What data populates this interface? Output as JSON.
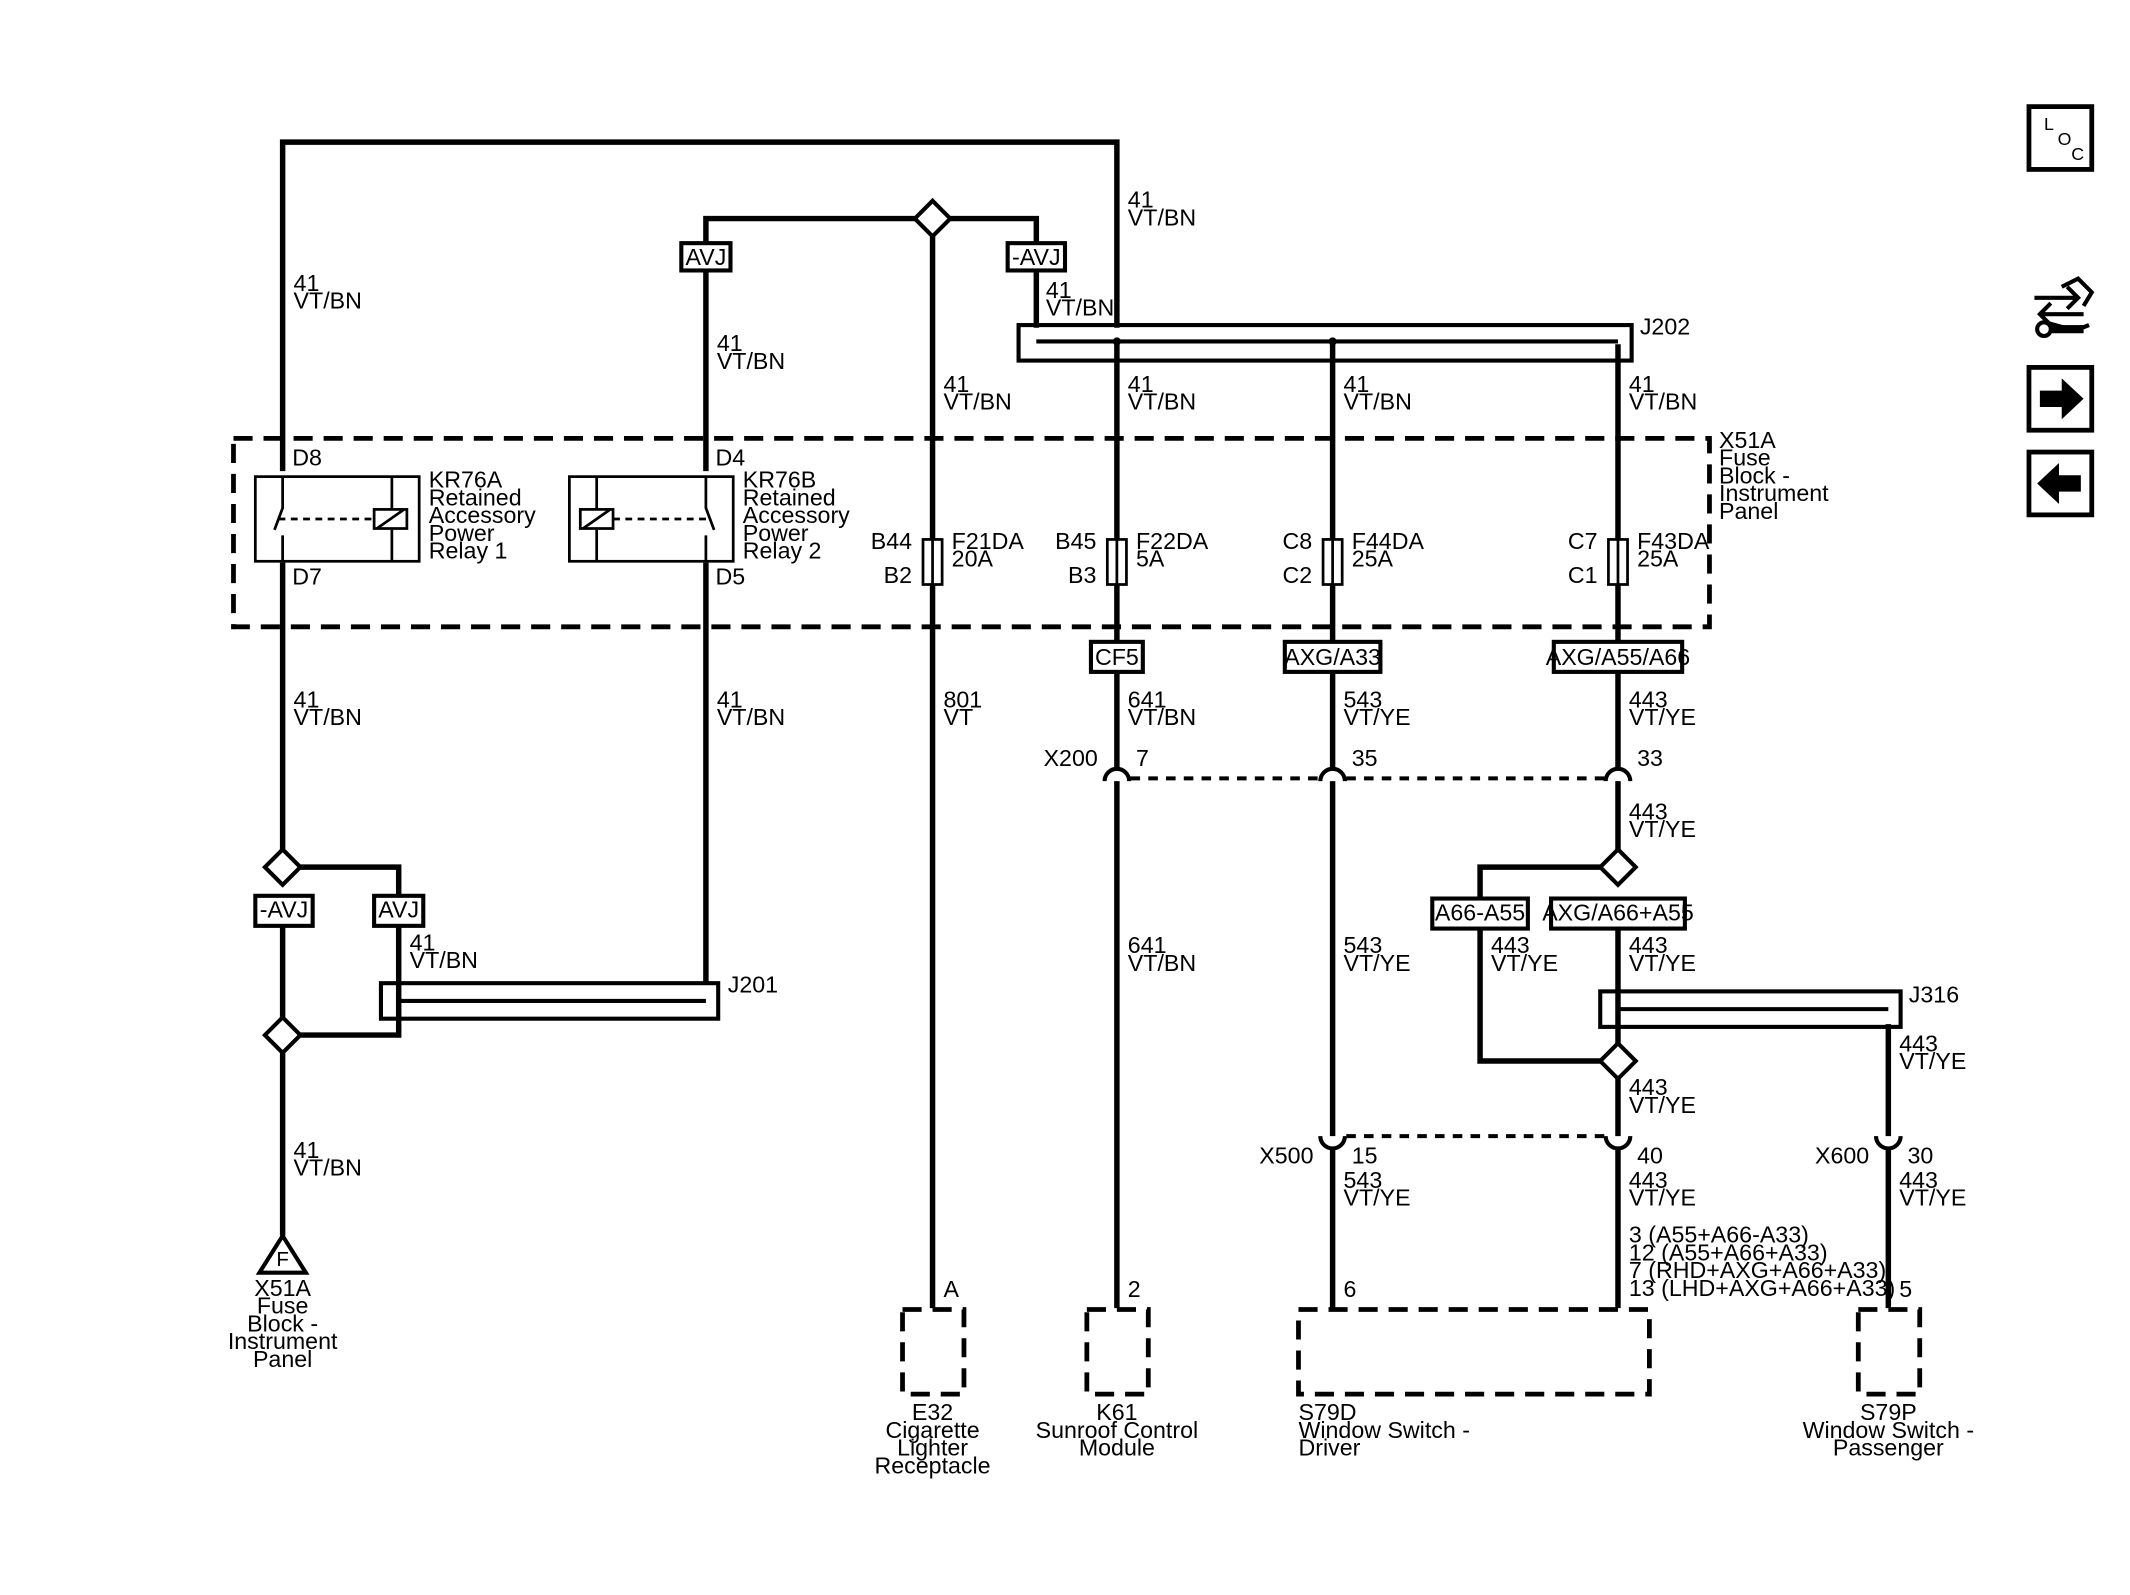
{
  "wires": {
    "w41": "41",
    "vtbn": "VT/BN",
    "w801": "801",
    "vt": "VT",
    "w641": "641",
    "w543": "543",
    "w443": "443",
    "vtye": "VT/YE"
  },
  "fuse_block": {
    "name": "X51A",
    "desc1": "Fuse",
    "desc2": "Block -",
    "desc3": "Instrument",
    "desc4": "Panel"
  },
  "relays": {
    "r1": {
      "name": "KR76A",
      "l1": "Retained",
      "l2": "Accessory",
      "l3": "Power",
      "l4": "Relay 1",
      "pin_top": "D8",
      "pin_bot": "D7"
    },
    "r2": {
      "name": "KR76B",
      "l1": "Retained",
      "l2": "Accessory",
      "l3": "Power",
      "l4": "Relay 2",
      "pin_top": "D4",
      "pin_bot": "D5"
    }
  },
  "fuses": [
    {
      "name": "F21DA",
      "rating": "20A",
      "pin_top": "B44",
      "pin_bot": "B2"
    },
    {
      "name": "F22DA",
      "rating": "5A",
      "pin_top": "B45",
      "pin_bot": "B3"
    },
    {
      "name": "F44DA",
      "rating": "25A",
      "pin_top": "C8",
      "pin_bot": "C2"
    },
    {
      "name": "F43DA",
      "rating": "25A",
      "pin_top": "C7",
      "pin_bot": "C1"
    }
  ],
  "options": {
    "avj": "AVJ",
    "navj": "-AVJ",
    "cf5": "CF5",
    "axga33": "AXG/A33",
    "axga55a66": "AXG/A55/A66",
    "a66a55": "A66-A55",
    "axga66a55": "AXG/A66+A55"
  },
  "splices": {
    "j201": "J201",
    "j202": "J202",
    "j316": "J316"
  },
  "connectors": {
    "x200": "X200",
    "x200_p1": "7",
    "x200_p2": "35",
    "x200_p3": "33",
    "x500": "X500",
    "x500_p1": "15",
    "x500_p2": "40",
    "x600": "X600",
    "x600_p1": "30"
  },
  "ground_symbol": {
    "letter": "F",
    "l1": "X51A",
    "l2": "Fuse",
    "l3": "Block -",
    "l4": "Instrument",
    "l5": "Panel"
  },
  "s79d_pins": {
    "l1": "3 (A55+A66-A33)",
    "l2": "12 (A55+A66+A33)",
    "l3": "7 (RHD+AXG+A66+A33)",
    "l4": "13 (LHD+AXG+A66+A33)"
  },
  "components": {
    "e32": {
      "pin": "A",
      "l1": "E32",
      "l2": "Cigarette",
      "l3": "Lighter",
      "l4": "Receptacle"
    },
    "k61": {
      "pin": "2",
      "l1": "K61",
      "l2": "Sunroof Control",
      "l3": "Module"
    },
    "s79d": {
      "pin": "6",
      "l1": "S79D",
      "l2": "Window Switch -",
      "l3": "Driver"
    },
    "s79p": {
      "pin": "5",
      "l1": "S79P",
      "l2": "Window Switch -",
      "l3": "Passenger"
    }
  },
  "nav": {
    "loc_l": "L",
    "loc_o": "O",
    "loc_c": "C"
  }
}
